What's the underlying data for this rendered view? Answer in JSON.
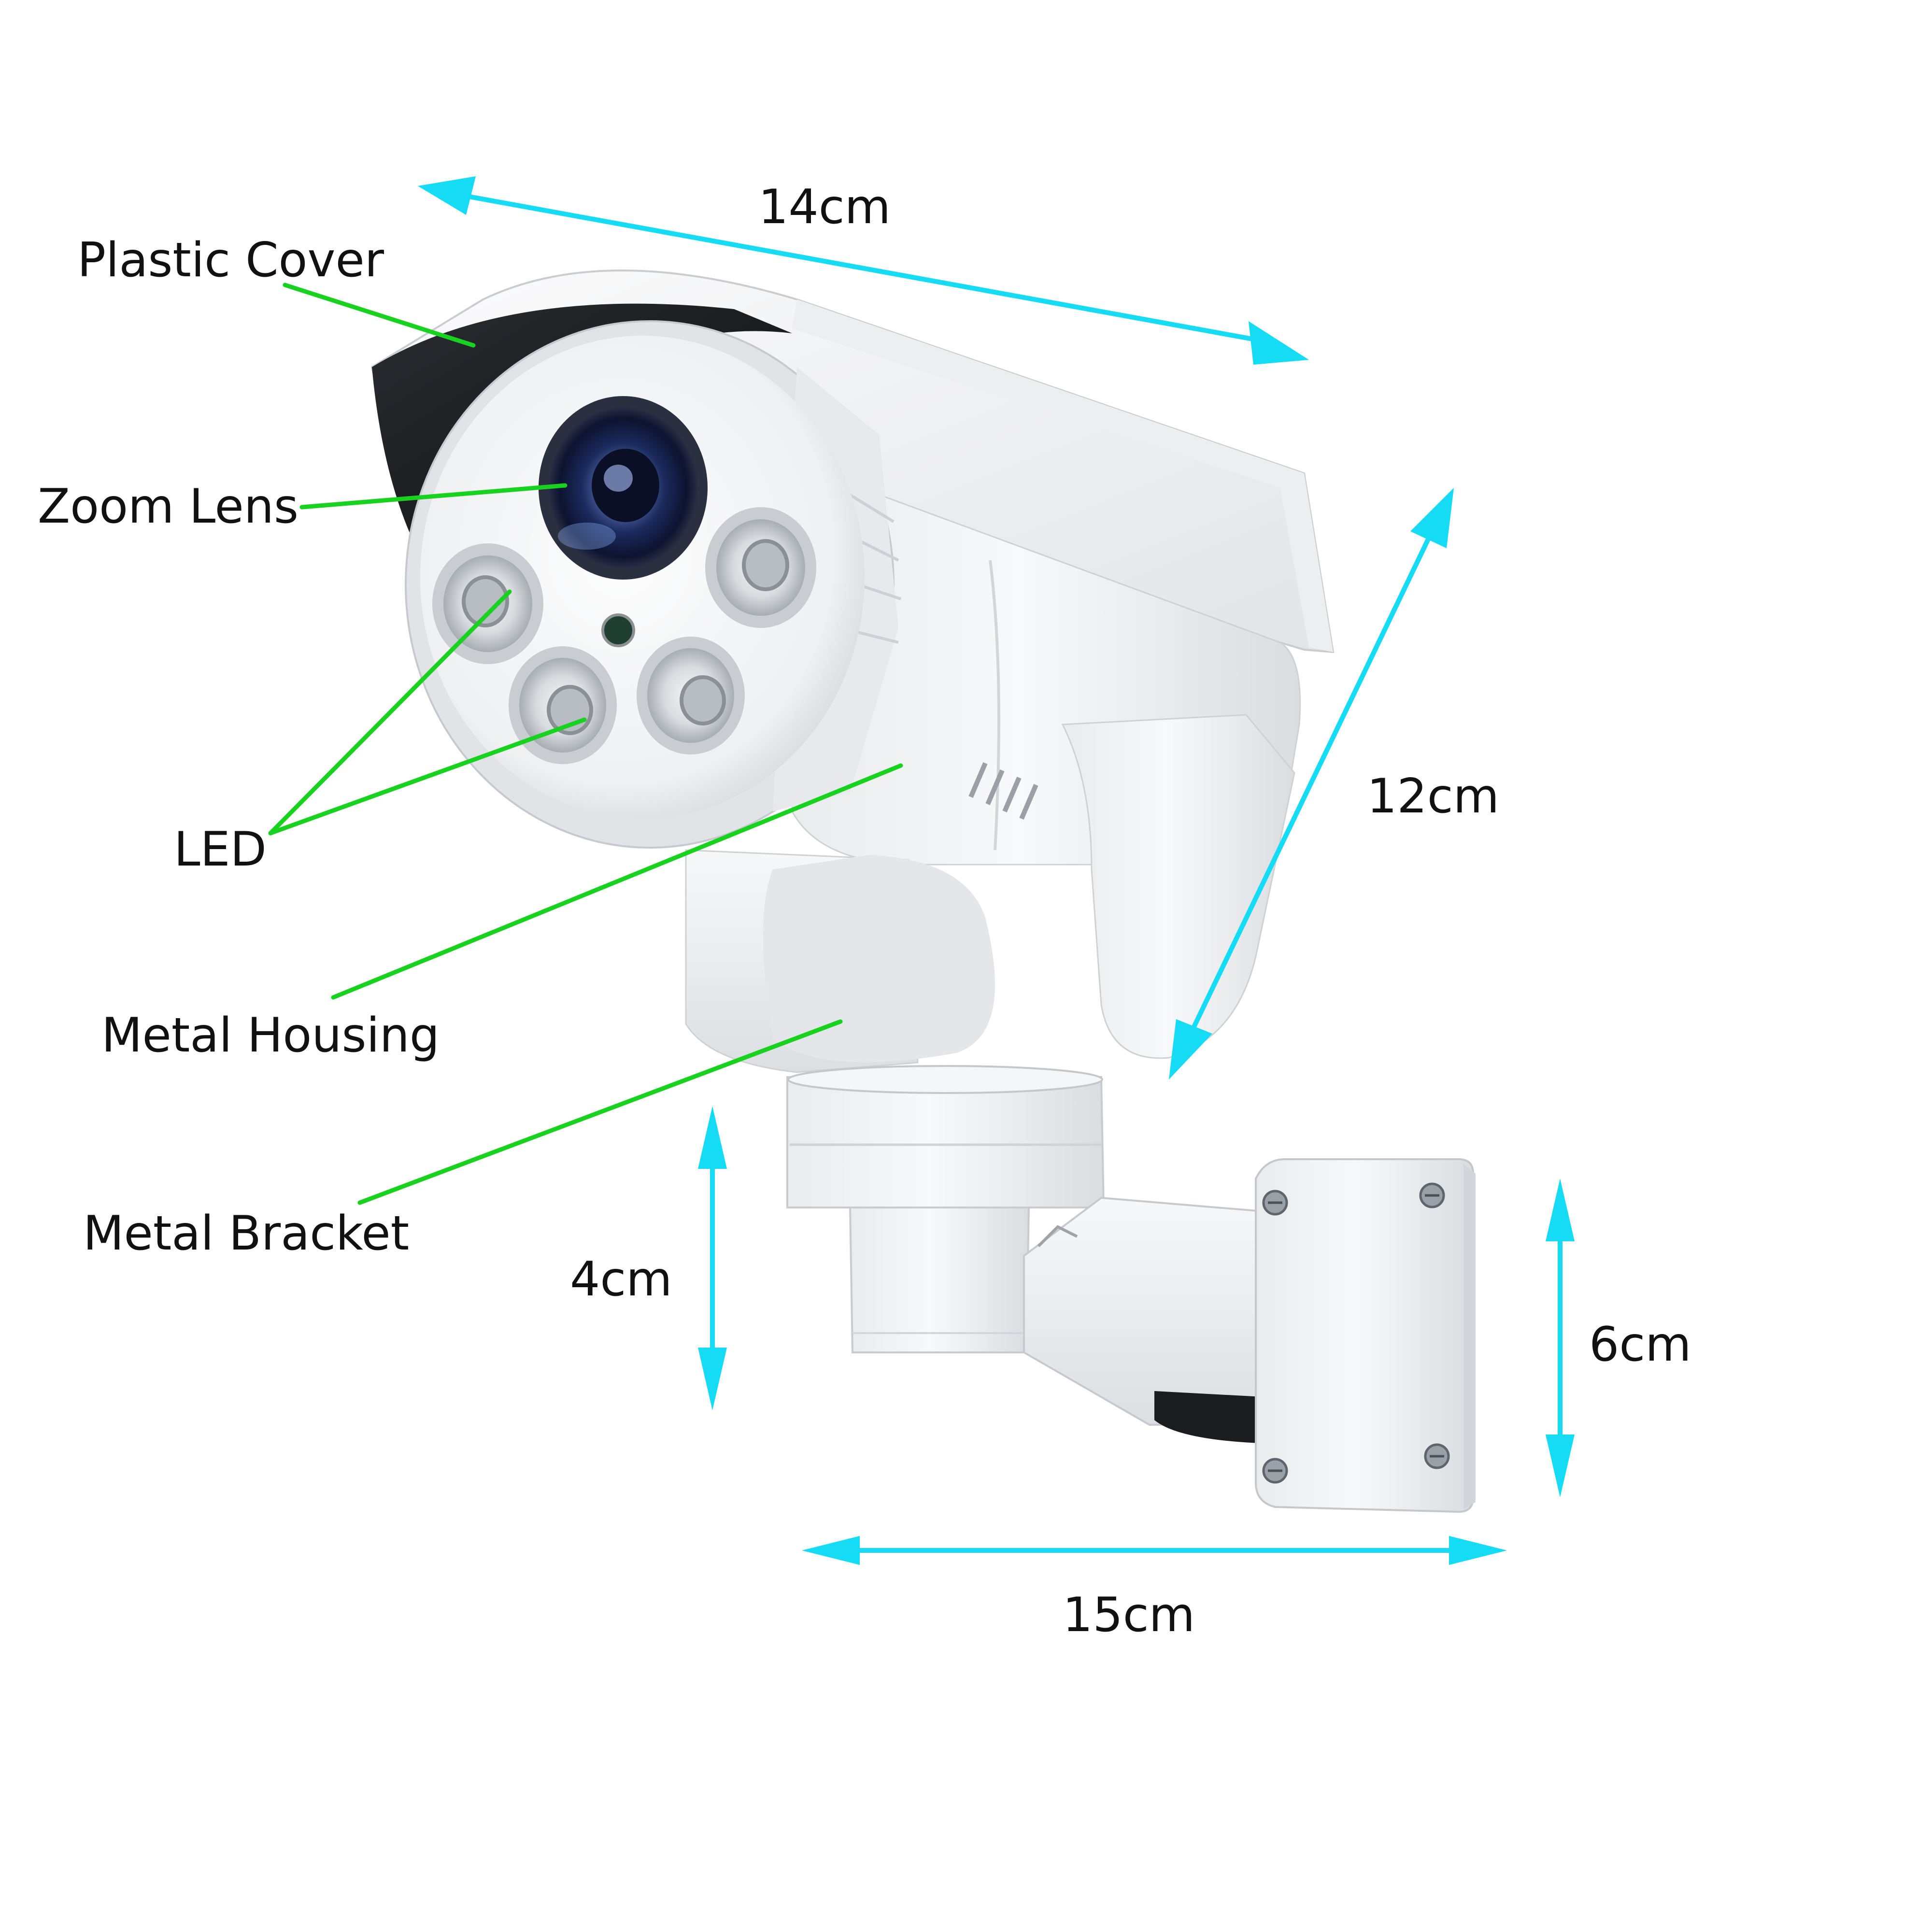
{
  "callouts": {
    "plastic_cover": "Plastic Cover",
    "zoom_lens": "Zoom Lens",
    "led": "LED",
    "metal_housing": "Metal Housing",
    "metal_bracket": "Metal Bracket"
  },
  "dimensions": {
    "camera_length": "14cm",
    "camera_height": "12cm",
    "mount_height": "4cm",
    "arm_length": "15cm",
    "plate_height": "6cm"
  },
  "colors": {
    "leader_line": "#19d11f",
    "dimension_arrow": "#15dcf4",
    "body": "#f2f3f4",
    "shadow": "#d4d7da",
    "sunshield_underside": "#121417",
    "lens": "#1c2f66"
  },
  "icons": {
    "mount_screw": "screw-icon",
    "dimension_marker": "double-arrow-icon"
  }
}
